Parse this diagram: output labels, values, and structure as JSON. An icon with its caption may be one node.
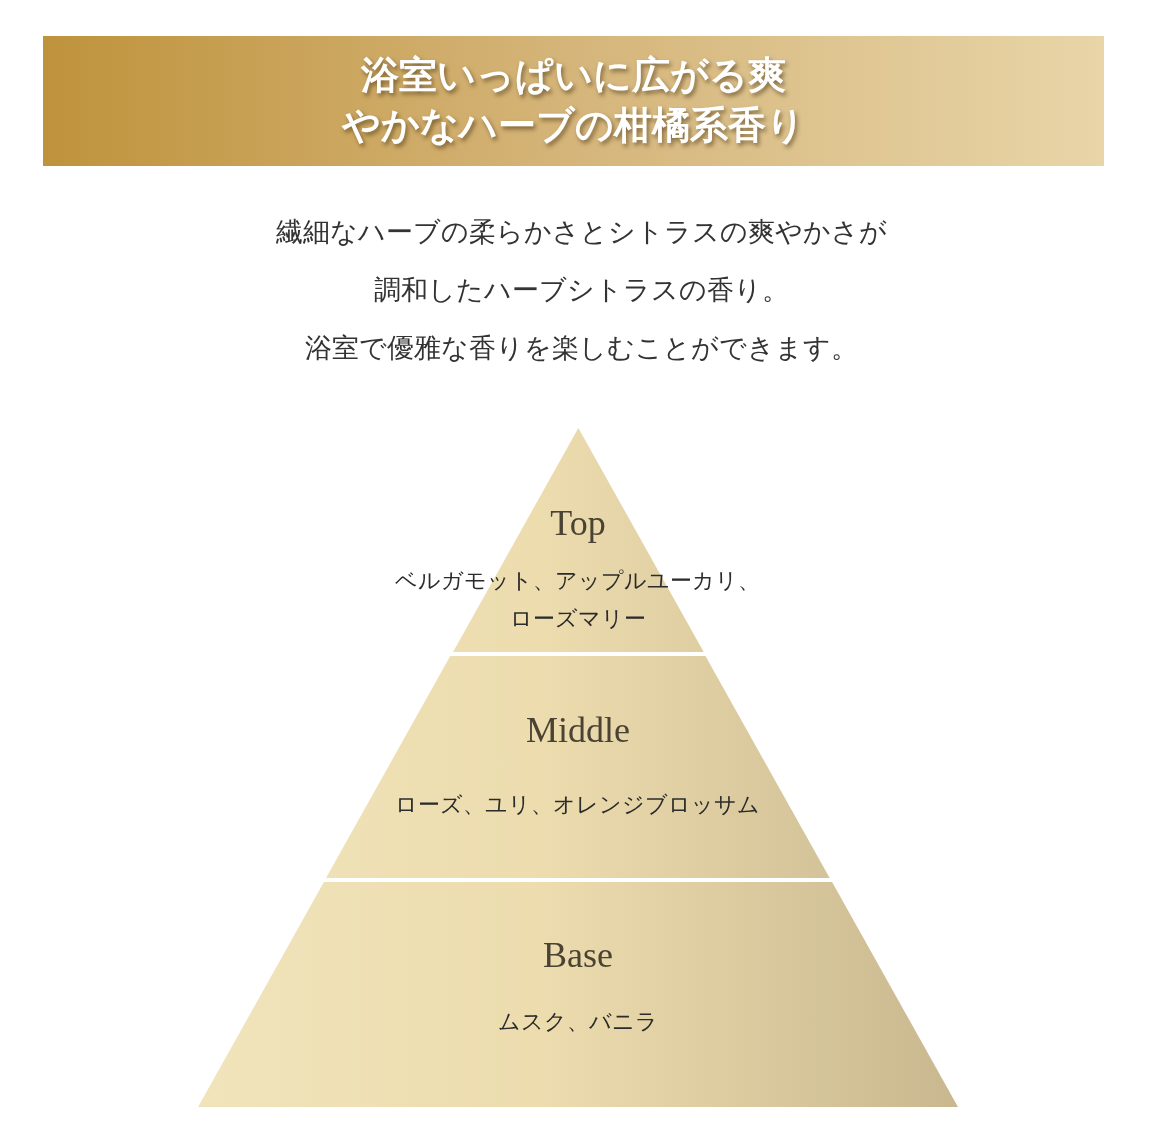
{
  "diagram": {
    "title": "浴室いっぱいに広がる爽やかなハーブの柑橘系香り",
    "nodes": [
      {
        "text": [
          "Top",
          "ベルガモット、アップルユーカリ、ローズマリー"
        ]
      },
      {
        "text": [
          "Middle",
          "ローズ、ユリ、オレンジブロッサム"
        ]
      },
      {
        "text": [
          "Base",
          "ムスク、バニラ"
        ]
      }
    ],
    "labels": [
      "繊細なハーブの柔らかさとシトラスの爽やかさが",
      "調和したハーブシトラスの香り。",
      "浴室で優雅な香りを楽しむことができます。"
    ]
  }
}
